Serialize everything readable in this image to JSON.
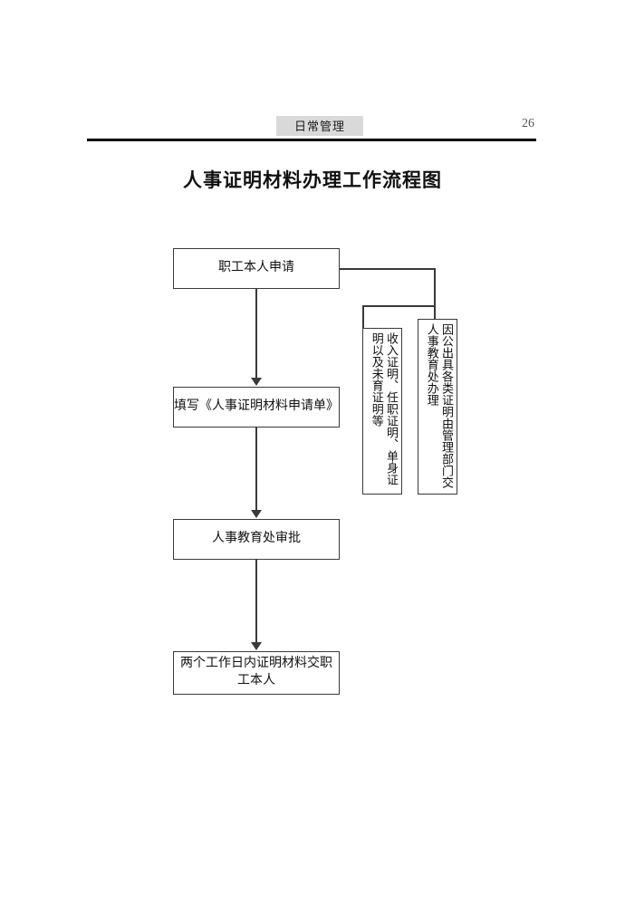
{
  "header": {
    "section_title": "日常管理",
    "page_number": "26",
    "shading_color": "#d9d9d9",
    "rule_color": "#000000"
  },
  "document": {
    "title": "人事证明材料办理工作流程图"
  },
  "flowchart": {
    "type": "flowchart",
    "orientation": "top-to-bottom",
    "line_color": "#3a3a3a",
    "box_fill": "#ffffff",
    "main_nodes": [
      {
        "id": "apply",
        "label": "职工本人申请"
      },
      {
        "id": "form",
        "label": "填写《人事证明材料申请单》"
      },
      {
        "id": "approve",
        "label": "人事教育处审批"
      },
      {
        "id": "deliver",
        "label": "两个工作日内证明材料交职工本人"
      }
    ],
    "note_nodes": [
      {
        "id": "note-personal",
        "label": "收入证明、任职证明、单身证明以及未育证明等",
        "text_direction": "vertical"
      },
      {
        "id": "note-official",
        "label": "因公出具各类证明由管理部门交人事教育处办理",
        "text_direction": "vertical"
      }
    ],
    "edges": [
      {
        "from": "apply",
        "to": "form",
        "style": "arrow"
      },
      {
        "from": "form",
        "to": "approve",
        "style": "arrow"
      },
      {
        "from": "approve",
        "to": "deliver",
        "style": "arrow"
      },
      {
        "from": "apply",
        "to": "note-personal",
        "style": "line"
      },
      {
        "from": "apply",
        "to": "note-official",
        "style": "line"
      }
    ]
  }
}
